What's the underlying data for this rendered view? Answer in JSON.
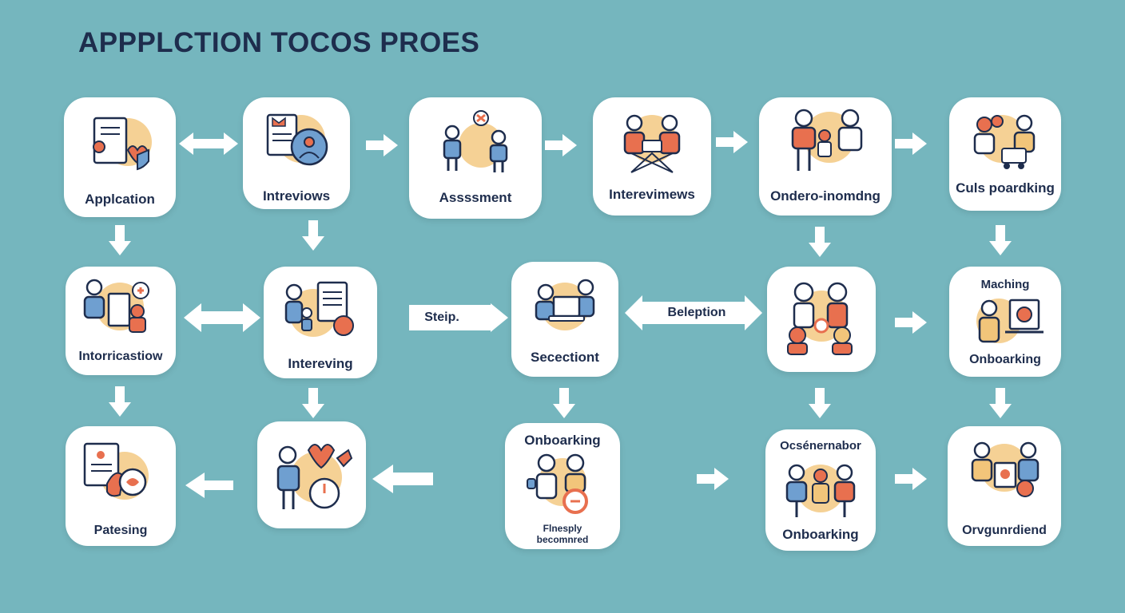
{
  "title": "APPPLCTION TOCOS PROES",
  "steps": {
    "r1c1": "Applcation",
    "r1c2": "Intreviows",
    "r1c3": "Assssment",
    "r1c4": "Interevimews",
    "r1c5": "Ondero-inomdng",
    "r1c6": "Culs poardking",
    "r2c1": "Intorricastiow",
    "r2c2": "Intereving",
    "r2c3": "Secectiont",
    "r2c5": "",
    "r2c6_top": "Maching",
    "r2c6_bottom": "Onboarking",
    "r3c1": "Patesing",
    "r3c2": "",
    "r3c3_top": "Onboarking",
    "r3c3_bottom1": "Flnesply",
    "r3c3_bottom2": "becomnred",
    "r3c5_top": "Ocsénernabor",
    "r3c5_bottom": "Onboarking",
    "r3c6": "Orvgunrdiend"
  },
  "connectors": {
    "steip": "Steip.",
    "beleption": "Beleption"
  },
  "colors": {
    "background": "#75b6be",
    "card": "#ffffff",
    "ink": "#1e2d4d",
    "accent_orange": "#e8704f",
    "accent_peach": "#f2c57a",
    "accent_blue": "#6f9fd0"
  }
}
